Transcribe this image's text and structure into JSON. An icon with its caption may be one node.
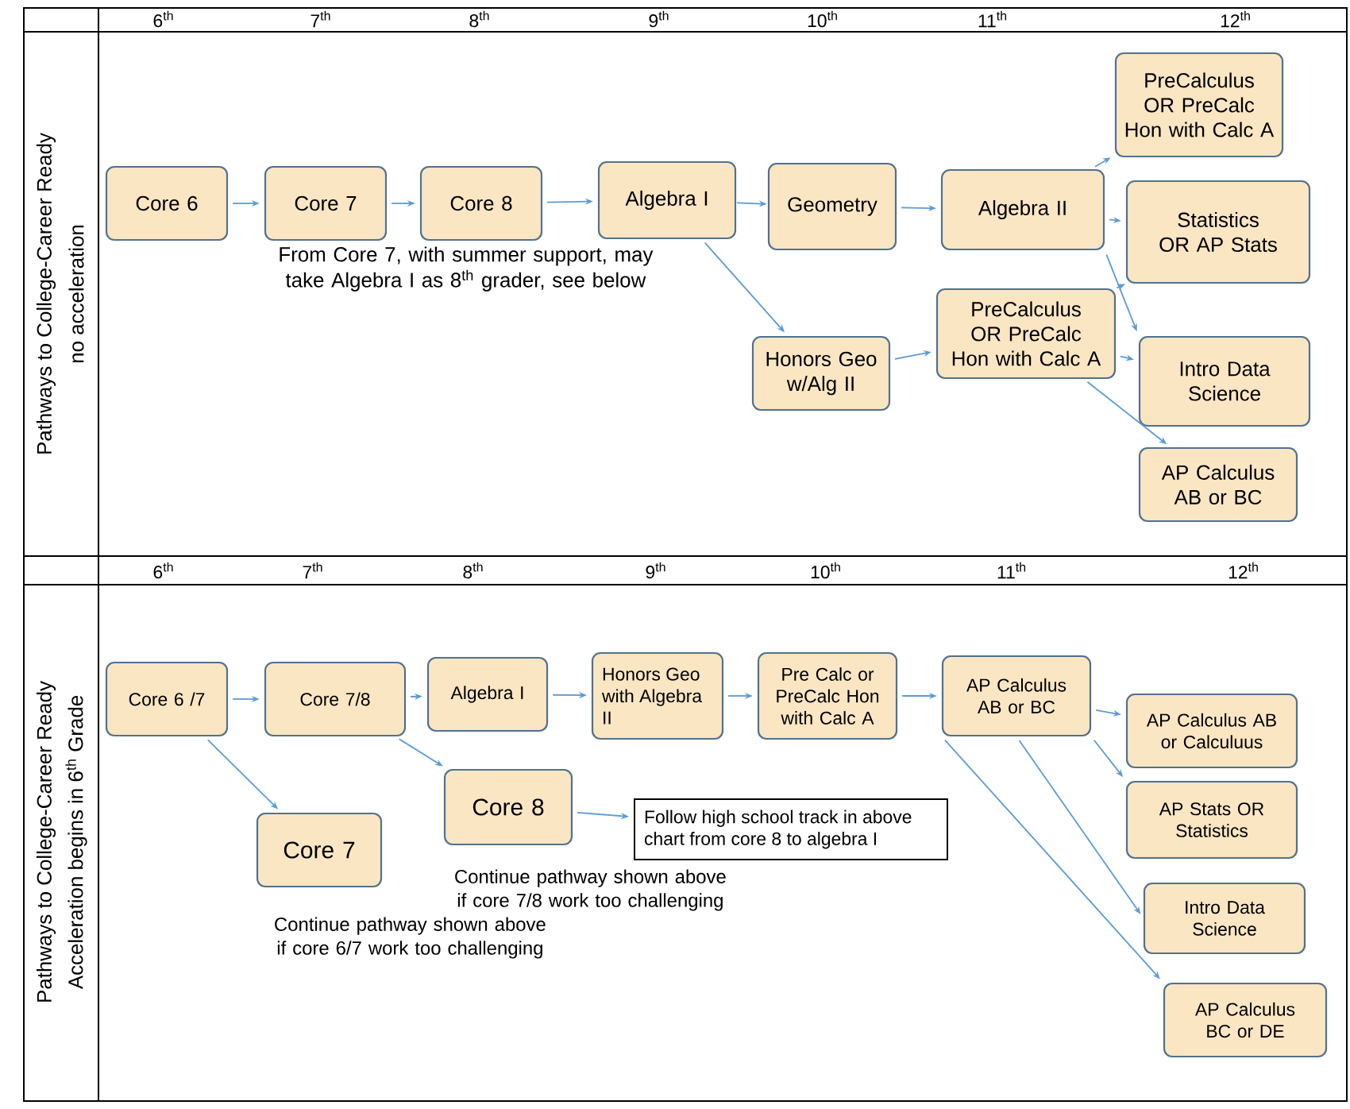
{
  "diagram": {
    "nodes": [
      {
        "text": [
          "Core 6"
        ]
      },
      {
        "text": [
          "Core 7"
        ]
      },
      {
        "text": [
          "Core 8"
        ]
      },
      {
        "text": [
          "Algebra I"
        ]
      },
      {
        "text": [
          "Geometry"
        ]
      },
      {
        "text": [
          "Algebra II"
        ]
      },
      {
        "text": [
          "PreCalculus OR PreCalc Hon with Calc A"
        ]
      },
      {
        "text": [
          "Statistics OR AP Stats"
        ]
      },
      {
        "text": [
          "Honors Geo w/Alg II"
        ]
      },
      {
        "text": [
          "PreCalculus OR PreCalc Hon with Calc A"
        ]
      },
      {
        "text": [
          "Intro Data Science"
        ]
      },
      {
        "text": [
          "AP Calculus AB or BC"
        ]
      },
      {
        "text": [
          "Core 6 /7"
        ]
      },
      {
        "text": [
          "Core 7/8"
        ]
      },
      {
        "text": [
          "Algebra I"
        ]
      },
      {
        "text": [
          "Honors Geo with Algebra II"
        ]
      },
      {
        "text": [
          "Pre Calc or PreCalc Hon with Calc A"
        ]
      },
      {
        "text": [
          "AP Calculus AB or BC"
        ]
      },
      {
        "text": [
          "AP Calculus AB or Calculuus"
        ]
      },
      {
        "text": [
          "AP Stats OR Statistics"
        ]
      },
      {
        "text": [
          "Intro Data Science"
        ]
      },
      {
        "text": [
          "AP Calculus BC or DE"
        ]
      },
      {
        "text": [
          "Core 7"
        ]
      },
      {
        "text": [
          "Core 8"
        ]
      },
      {
        "text": [
          "Follow high school track in above chart from core 8 to algebra I"
        ]
      }
    ],
    "edges": [
      {
        "from": 0,
        "to": 1,
        "arrow": "to"
      },
      {
        "from": 1,
        "to": 2,
        "arrow": "to"
      },
      {
        "from": 2,
        "to": 3,
        "arrow": "to"
      },
      {
        "from": 3,
        "to": 4,
        "arrow": "to"
      },
      {
        "from": 3,
        "to": 8,
        "arrow": "to"
      },
      {
        "from": 4,
        "to": 5,
        "arrow": "to"
      },
      {
        "from": 8,
        "to": 9,
        "arrow": "to"
      },
      {
        "from": 5,
        "to": 6,
        "arrow": "to"
      },
      {
        "from": 5,
        "to": 7,
        "arrow": "to"
      },
      {
        "from": 5,
        "to": 10,
        "arrow": "to"
      },
      {
        "from": 9,
        "to": 7,
        "arrow": "to"
      },
      {
        "from": 9,
        "to": 10,
        "arrow": "to"
      },
      {
        "from": 9,
        "to": 11,
        "arrow": "to"
      },
      {
        "from": 12,
        "to": 13,
        "arrow": "to"
      },
      {
        "from": 13,
        "to": 14,
        "arrow": "to"
      },
      {
        "from": 14,
        "to": 15,
        "arrow": "to"
      },
      {
        "from": 15,
        "to": 16,
        "arrow": "to"
      },
      {
        "from": 16,
        "to": 17,
        "arrow": "to"
      },
      {
        "from": 17,
        "to": 18,
        "arrow": "to"
      },
      {
        "from": 17,
        "to": 19,
        "arrow": "to"
      },
      {
        "from": 17,
        "to": 20,
        "arrow": "to"
      },
      {
        "from": 17,
        "to": 21,
        "arrow": "to"
      },
      {
        "from": 12,
        "to": 22,
        "arrow": "to"
      },
      {
        "from": 13,
        "to": 23,
        "arrow": "to"
      },
      {
        "from": 23,
        "to": 24,
        "arrow": "to"
      }
    ],
    "labels": [
      "6$^{th}$",
      "7$^{th}$",
      "8$^{th}$",
      "9$^{th}$",
      "10$^{th}$",
      "11$^{th}$",
      "12$^{th}$",
      "Pathways to College-Career Ready",
      "no acceleration",
      "From Core 7, with summer support, may take Algebra I as 8$^{th}$ grader, see below",
      "6$^{th}$",
      "7$^{th}$",
      "8$^{th}$",
      "9$^{th}$",
      "10$^{th}$",
      "11$^{th}$",
      "12$^{th}$",
      "Pathways to College-Career Ready",
      "Acceleration begins in 6$^{th}$ Grade",
      "Continue pathway shown above if core 7/8 work too challenging",
      "Continue pathway shown above if core 6/7 work too challenging"
    ]
  }
}
